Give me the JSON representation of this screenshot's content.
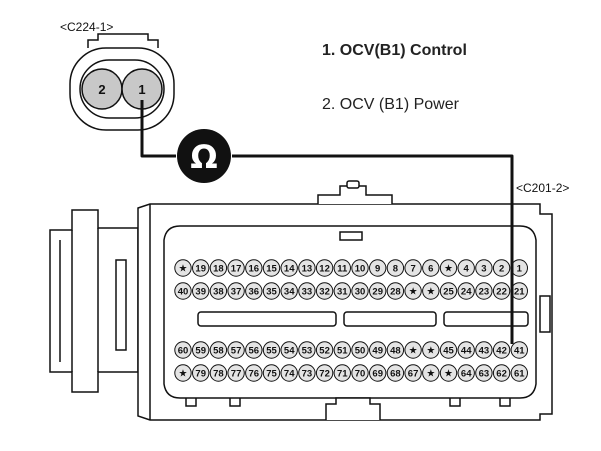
{
  "connectors": {
    "c224_label": "<C224-1>",
    "c201_label": "<C201-2>",
    "c224_pins": [
      "2",
      "1"
    ]
  },
  "legend": [
    {
      "num": "1.",
      "text": "OCV(B1) Control"
    },
    {
      "num": "2.",
      "text": "OCV (B1) Power"
    }
  ],
  "meter_symbol": "Ω",
  "pin_rows": [
    [
      "★",
      "19",
      "18",
      "17",
      "16",
      "15",
      "14",
      "13",
      "12",
      "11",
      "10",
      "9",
      "8",
      "7",
      "6",
      "★",
      "4",
      "3",
      "2",
      "1"
    ],
    [
      "40",
      "39",
      "38",
      "37",
      "36",
      "35",
      "34",
      "33",
      "32",
      "31",
      "30",
      "29",
      "28",
      "★",
      "★",
      "25",
      "24",
      "23",
      "22",
      "21"
    ],
    [
      "60",
      "59",
      "58",
      "57",
      "56",
      "55",
      "54",
      "53",
      "52",
      "51",
      "50",
      "49",
      "48",
      "★",
      "★",
      "45",
      "44",
      "43",
      "42",
      "41"
    ],
    [
      "★",
      "79",
      "78",
      "77",
      "76",
      "75",
      "74",
      "73",
      "72",
      "71",
      "70",
      "69",
      "68",
      "67",
      "★",
      "★",
      "64",
      "63",
      "62",
      "61"
    ]
  ],
  "colors": {
    "line": "#111111",
    "pin_fill": "#e4e4e4",
    "body": "#ffffff"
  }
}
